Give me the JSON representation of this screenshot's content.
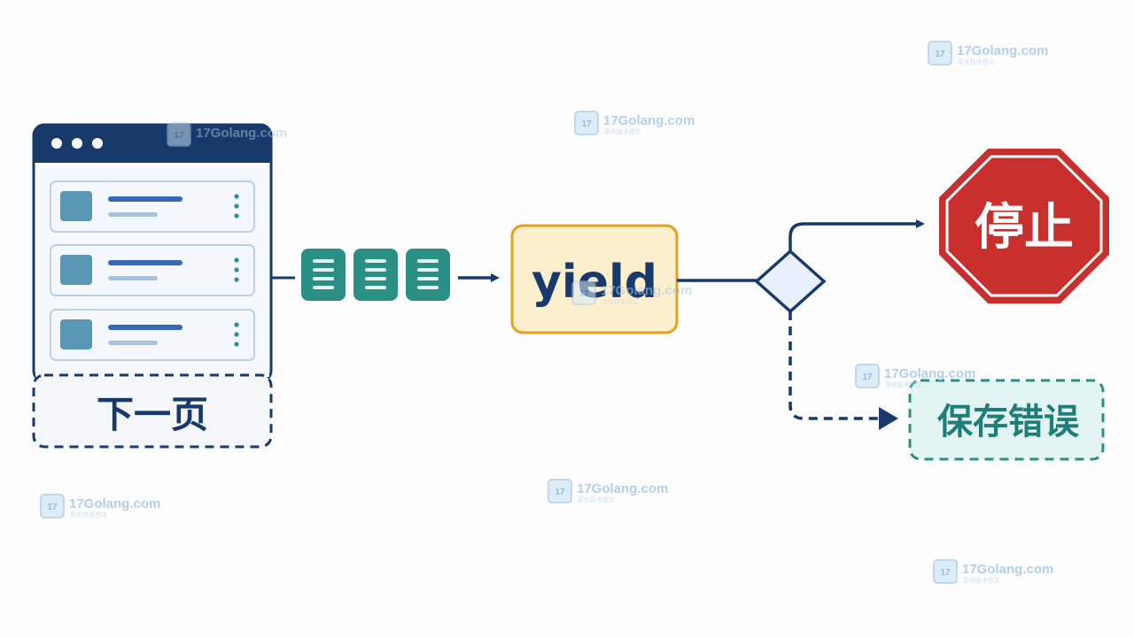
{
  "diagram": {
    "source_page": {
      "item_count": 3,
      "next_page_label": "下一页"
    },
    "batch_count": 3,
    "yield_label": "yield",
    "stop_label": "停止",
    "save_error_label": "保存错误"
  },
  "watermark": {
    "brand": "17Golang.com",
    "tagline": "原创技术图文"
  },
  "colors": {
    "navy": "#173a6b",
    "teal": "#2a8f84",
    "yield_fill": "#fcefcd",
    "yield_stroke": "#e0a321",
    "stop_red": "#c8302e",
    "diamond_fill": "#e8f0fb",
    "save_text": "#1f7f78"
  }
}
